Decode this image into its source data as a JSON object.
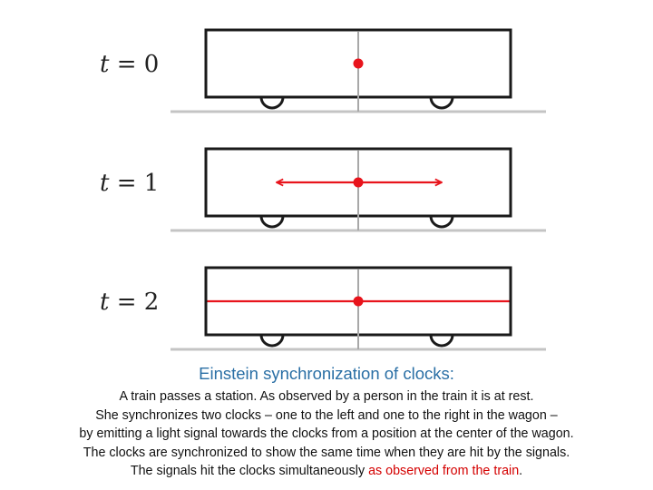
{
  "panels": [
    {
      "var": "t",
      "eq": " = 0",
      "signal": "none"
    },
    {
      "var": "t",
      "eq": " = 1",
      "signal": "arrows"
    },
    {
      "var": "t",
      "eq": " = 2",
      "signal": "full"
    }
  ],
  "colors": {
    "wagon_stroke": "#1a1a1a",
    "rail": "#c4c4c4",
    "center_line": "#a8a8a8",
    "signal": "#e8141c",
    "title": "#2a6fa5",
    "highlight": "#d40000"
  },
  "caption": {
    "title": "Einstein synchronization of clocks:",
    "line1": "A train passes a station. As observed by a person in the train it is at rest.",
    "line2": "She synchronizes two clocks – one to the left and one to the right in the wagon –",
    "line3": "by emitting a light signal towards the clocks from a position at the center of the wagon.",
    "line4": "The clocks are synchronized to show the same time when they are hit by the signals.",
    "line5_prefix": "The signals hit the clocks simultaneously ",
    "line5_highlight": "as observed from the train",
    "line5_suffix": "."
  }
}
